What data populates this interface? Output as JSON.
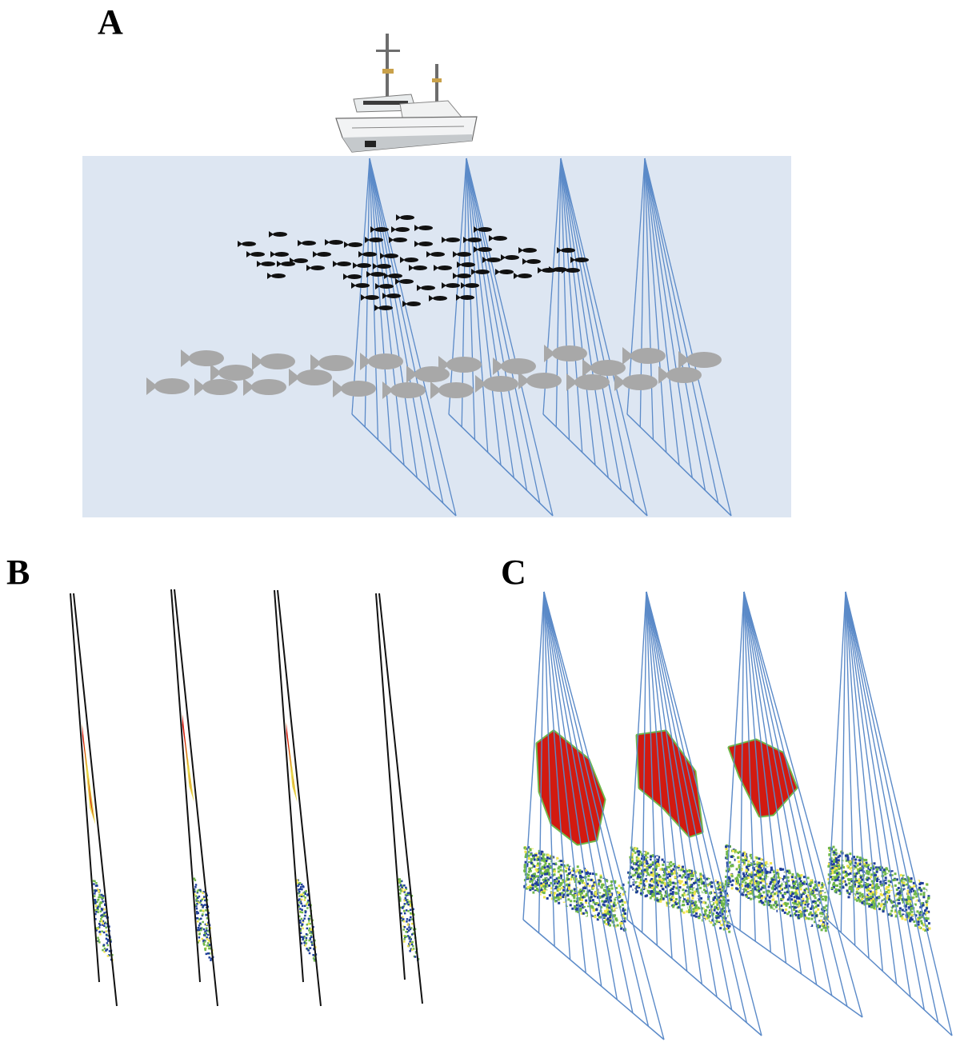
{
  "panels": [
    {
      "label": "A"
    },
    {
      "label": "B"
    },
    {
      "label": "C"
    }
  ],
  "icons": {
    "vessel": "research-ship-icon",
    "small_fish": "small-fish-icon",
    "large_fish": "large-fish-icon"
  },
  "colors": {
    "water": "#dde6f2",
    "beam_line": "#5b8ac8",
    "small_fish": "#111111",
    "large_fish": "#a8a8a8",
    "school_high": "#d21a10",
    "school_edge": "#e8d94a",
    "backscatter_low": "#1f3f9a",
    "backscatter_mid": "#6fb74a",
    "backscatter_high": "#f0e44c"
  }
}
